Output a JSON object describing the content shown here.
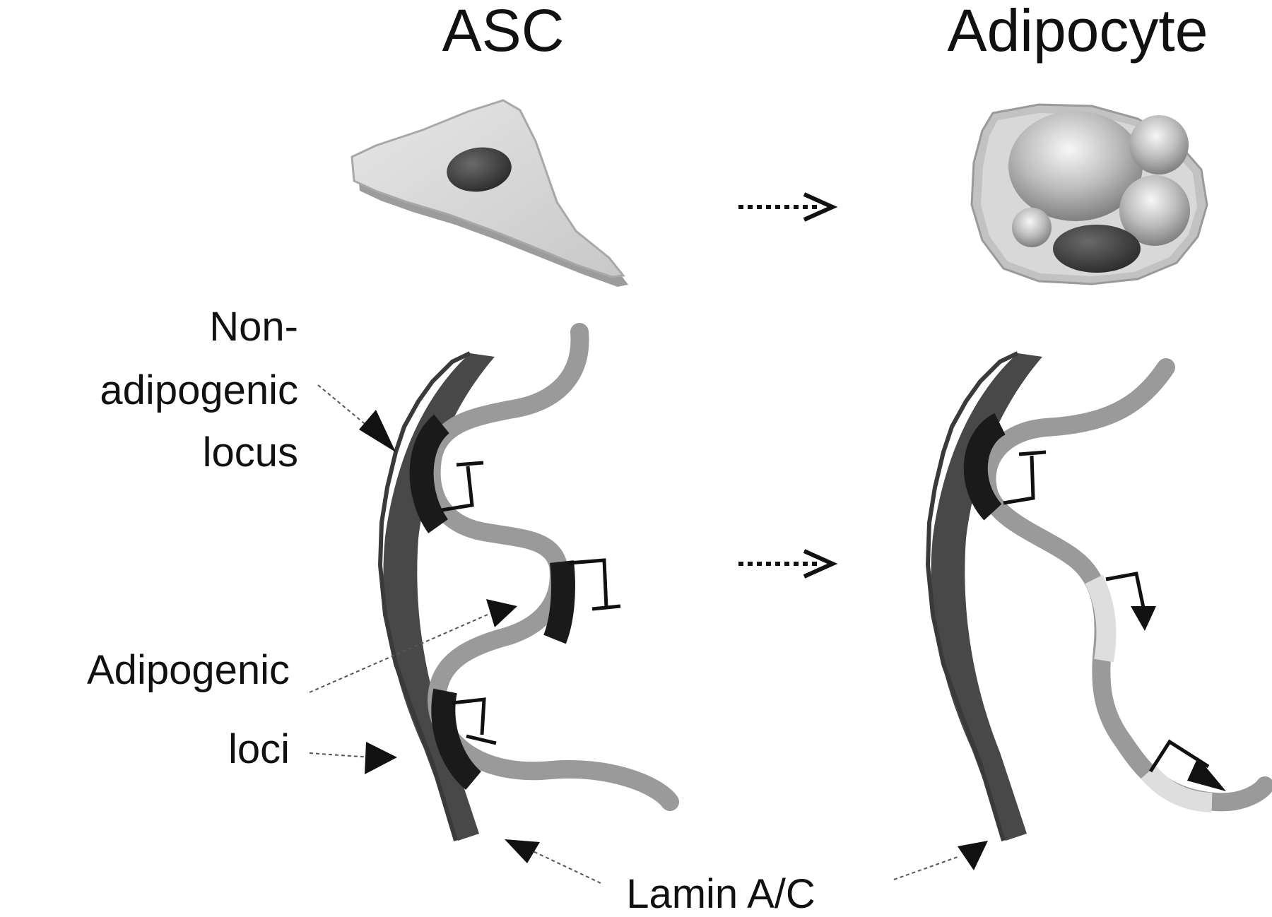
{
  "titles": {
    "left": "ASC",
    "right": "Adipocyte"
  },
  "labels": {
    "non_adipogenic_line1": "Non-",
    "non_adipogenic_line2": "adipogenic",
    "non_adipogenic_line3": "locus",
    "adipogenic_line1": "Adipogenic",
    "adipogenic_line2": "loci",
    "lamin": "Lamin A/C"
  },
  "colors": {
    "lamina": "#4a4a4a",
    "chromatin": "#9a9a9a",
    "repressed_locus": "#1a1a1a",
    "active_locus": "#dedede",
    "cell_body": "#d4d4d4",
    "nucleus": "#3a3a3a"
  },
  "icons": [
    "asc-cell-icon",
    "adipocyte-cell-icon",
    "dotted-arrow-icon",
    "repression-symbol-icon",
    "activation-arrow-icon"
  ]
}
